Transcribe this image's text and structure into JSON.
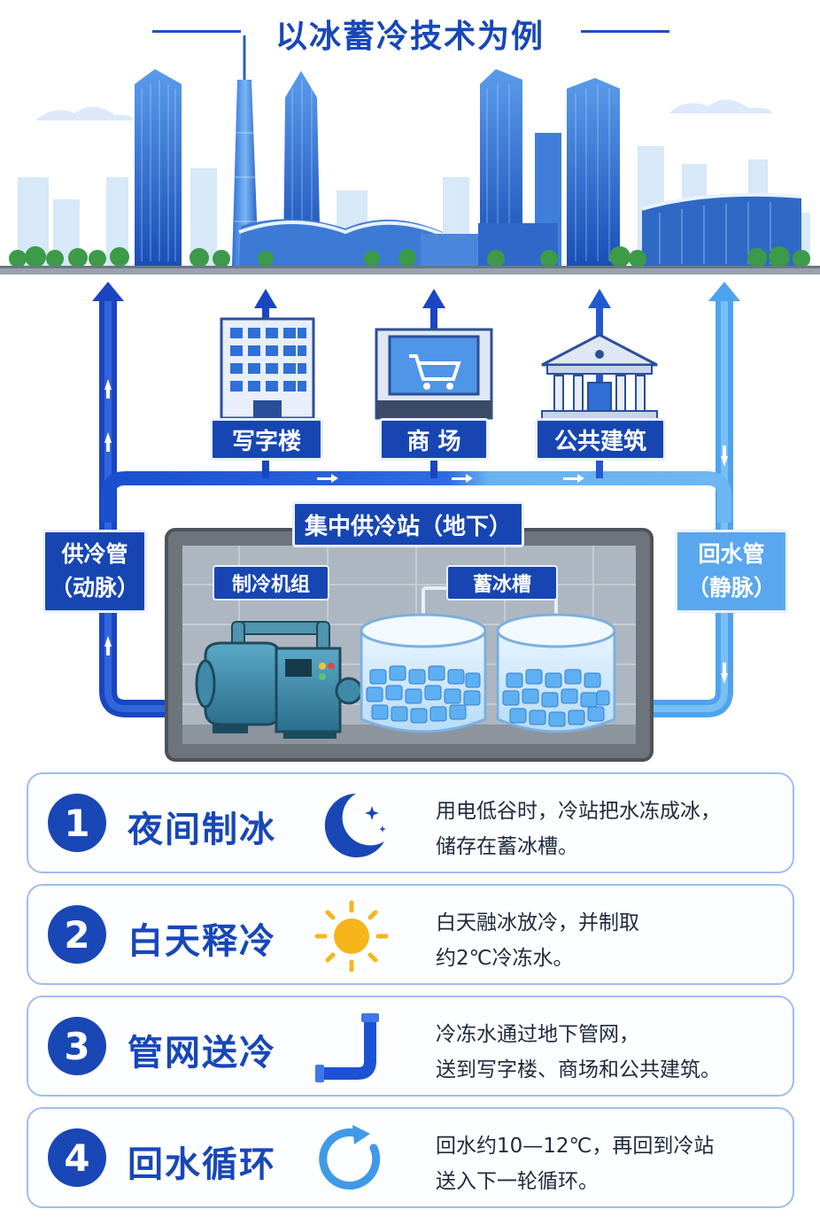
{
  "title": "以冰蓄冷技术为例",
  "buildings": {
    "office": "写字楼",
    "mall": "商 场",
    "public": "公共建筑"
  },
  "station_title": "集中供冷站（地下）",
  "chiller_label": "制冷机组",
  "tank_label": "蓄冰槽",
  "supply_pipe": {
    "line1": "供冷管",
    "line2": "（动脉）"
  },
  "return_pipe": {
    "line1": "回水管",
    "line2": "（静脉）"
  },
  "steps": [
    {
      "num": "1",
      "title": "夜间制冰",
      "icon": "moon-icon",
      "desc_line1": "用电低谷时，冷站把水冻成冰，",
      "desc_line2": "储存在蓄冰槽。"
    },
    {
      "num": "2",
      "title": "白天释冷",
      "icon": "sun-icon",
      "desc_line1": "白天融冰放冷，并制取",
      "desc_line2": "约2℃冷冻水。"
    },
    {
      "num": "3",
      "title": "管网送冷",
      "icon": "pipe-icon",
      "desc_line1": "冷冻水通过地下管网，",
      "desc_line2": "送到写字楼、商场和公共建筑。"
    },
    {
      "num": "4",
      "title": "回水循环",
      "icon": "cycle-icon",
      "desc_line1": "回水约10—12℃，再回到冷站",
      "desc_line2": "送入下一轮循环。"
    }
  ],
  "colors": {
    "primary": "#1747b8",
    "supply": "#1d52d6",
    "return": "#5aa9f0",
    "sun": "#f7b51c"
  }
}
